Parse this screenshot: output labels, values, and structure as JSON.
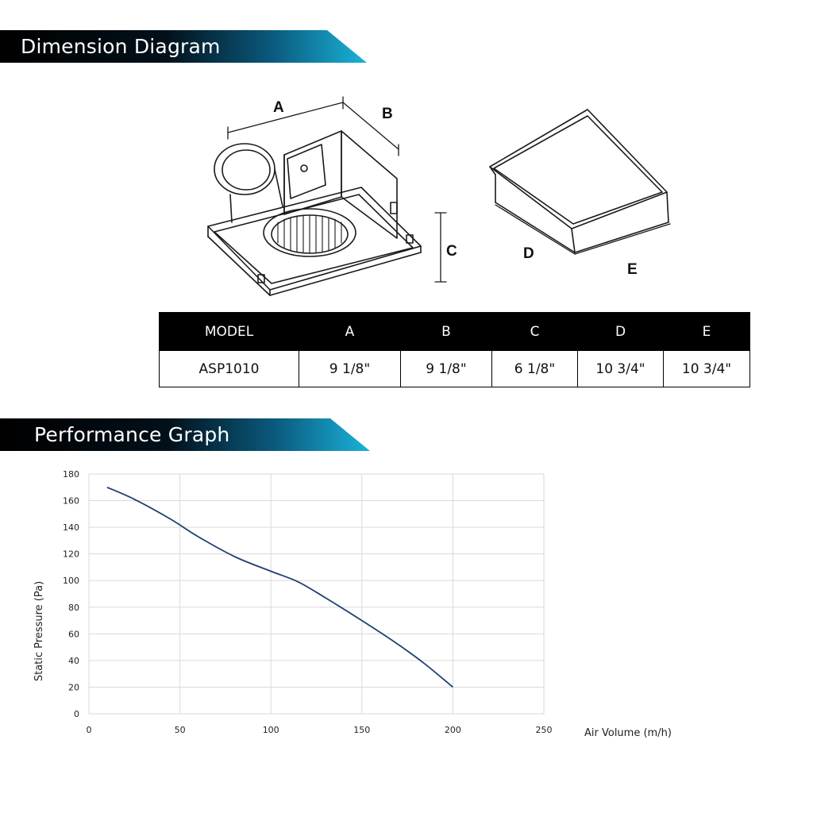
{
  "sections": {
    "dimension_title": "Dimension Diagram",
    "performance_title": "Performance Graph"
  },
  "colors": {
    "banner_dark": "#000000",
    "banner_accent": "#1aa0c8",
    "curve": "#1f3f73",
    "grid": "#d9d9d9"
  },
  "diagram": {
    "labels": {
      "a": "A",
      "b": "B",
      "c": "C",
      "d": "D",
      "e": "E"
    }
  },
  "dimensions_table": {
    "headers": [
      "MODEL",
      "A",
      "B",
      "C",
      "D",
      "E"
    ],
    "rows": [
      [
        "ASP1010",
        "9 1/8\"",
        "9 1/8\"",
        "6 1/8\"",
        "10 3/4\"",
        "10 3/4\""
      ]
    ]
  },
  "chart_data": {
    "type": "line",
    "xlabel": "Air Volume (m/h)",
    "ylabel": "Static Pressure (Pa)",
    "xlim": [
      0,
      250
    ],
    "ylim": [
      0,
      180
    ],
    "x_ticks": [
      "0",
      "50",
      "100",
      "150",
      "200",
      "250"
    ],
    "y_ticks": [
      "0",
      "20",
      "40",
      "60",
      "80",
      "100",
      "120",
      "140",
      "160",
      "180"
    ],
    "grid": true,
    "series": [
      {
        "x": [
          10,
          25,
          45,
          60,
          80,
          100,
          115,
          130,
          150,
          170,
          185,
          200
        ],
        "values": [
          170,
          161,
          146,
          133,
          118,
          107,
          99,
          87,
          70,
          52,
          37,
          20
        ]
      }
    ]
  }
}
